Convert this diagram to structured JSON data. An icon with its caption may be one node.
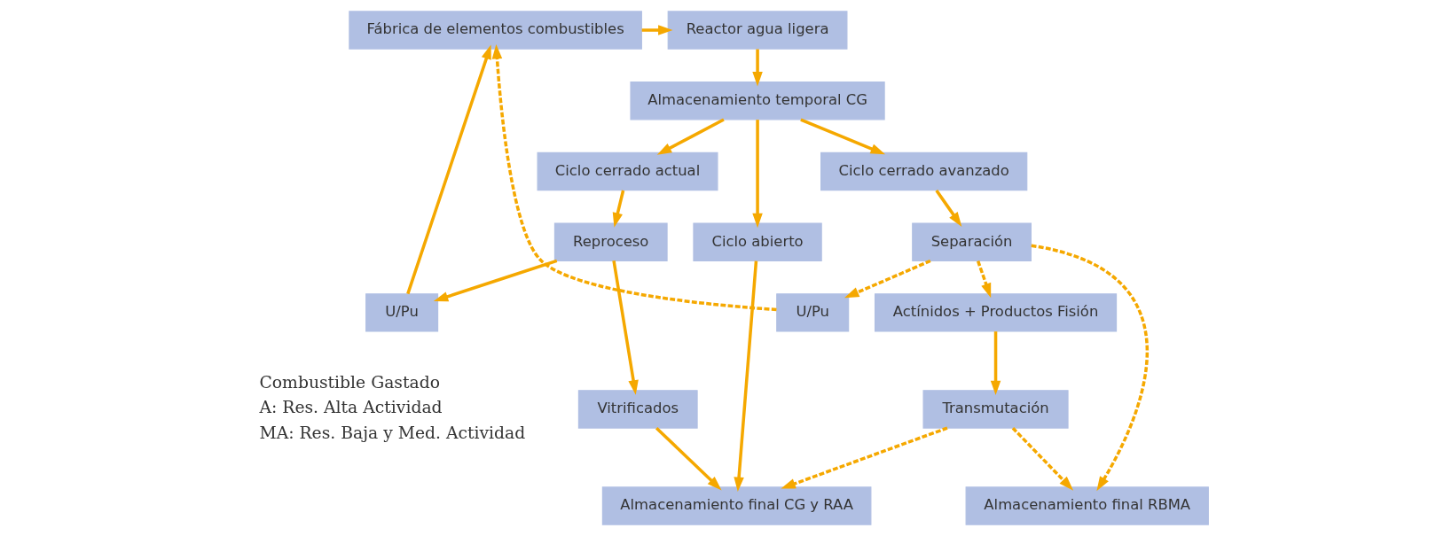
{
  "diagram": {
    "nodes": [
      {
        "text": [
          "Fábrica de elementos combustibles"
        ]
      },
      {
        "text": [
          "Reactor agua ligera"
        ]
      },
      {
        "text": [
          "Almacenamiento temporal CG"
        ]
      },
      {
        "text": [
          "Ciclo cerrado actual"
        ]
      },
      {
        "text": [
          "Ciclo abierto"
        ]
      },
      {
        "text": [
          "Ciclo cerrado avanzado"
        ]
      },
      {
        "text": [
          "Reproceso"
        ]
      },
      {
        "text": [
          "Separación"
        ]
      },
      {
        "text": [
          "U/Pu"
        ]
      },
      {
        "text": [
          "Vitrificados"
        ]
      },
      {
        "text": [
          "Actínidos + Productos Fisión"
        ]
      },
      {
        "text": [
          "U/Pu"
        ]
      },
      {
        "text": [
          "Transmutación"
        ]
      },
      {
        "text": [
          "Almacenamiento final CG y RAA"
        ]
      },
      {
        "text": [
          "Almacenamiento final RBMA"
        ]
      }
    ],
    "edges": [
      {
        "from": 0,
        "to": 1,
        "arrow": "to"
      },
      {
        "from": 1,
        "to": 2,
        "arrow": "to"
      },
      {
        "from": 2,
        "to": 3,
        "arrow": "to"
      },
      {
        "from": 2,
        "to": 4,
        "arrow": "to"
      },
      {
        "from": 2,
        "to": 5,
        "arrow": "to"
      },
      {
        "from": 3,
        "to": 6,
        "arrow": "to"
      },
      {
        "from": 5,
        "to": 7,
        "arrow": "to"
      },
      {
        "from": 6,
        "to": 8,
        "arrow": "to"
      },
      {
        "from": 6,
        "to": 9,
        "arrow": "to"
      },
      {
        "from": 8,
        "to": 0,
        "arrow": "to"
      },
      {
        "from": 9,
        "to": 13,
        "arrow": "to"
      },
      {
        "from": 4,
        "to": 13,
        "arrow": "to"
      },
      {
        "from": 7,
        "to": 10,
        "arrow": "to",
        "style": "dashed"
      },
      {
        "from": 7,
        "to": 11,
        "arrow": "to",
        "style": "dashed"
      },
      {
        "from": 7,
        "to": 14,
        "arrow": "to",
        "style": "dashed"
      },
      {
        "from": 11,
        "to": 0,
        "arrow": "to",
        "style": "dashed"
      },
      {
        "from": 10,
        "to": 12,
        "arrow": "to"
      },
      {
        "from": 12,
        "to": 13,
        "arrow": "to",
        "style": "dashed"
      },
      {
        "from": 12,
        "to": 14,
        "arrow": "to",
        "style": "dashed"
      }
    ],
    "labels": [
      "Combustible Gastado",
      "A: Res. Alta Actividad",
      "MA: Res. Baja y Med. Actividad"
    ]
  }
}
